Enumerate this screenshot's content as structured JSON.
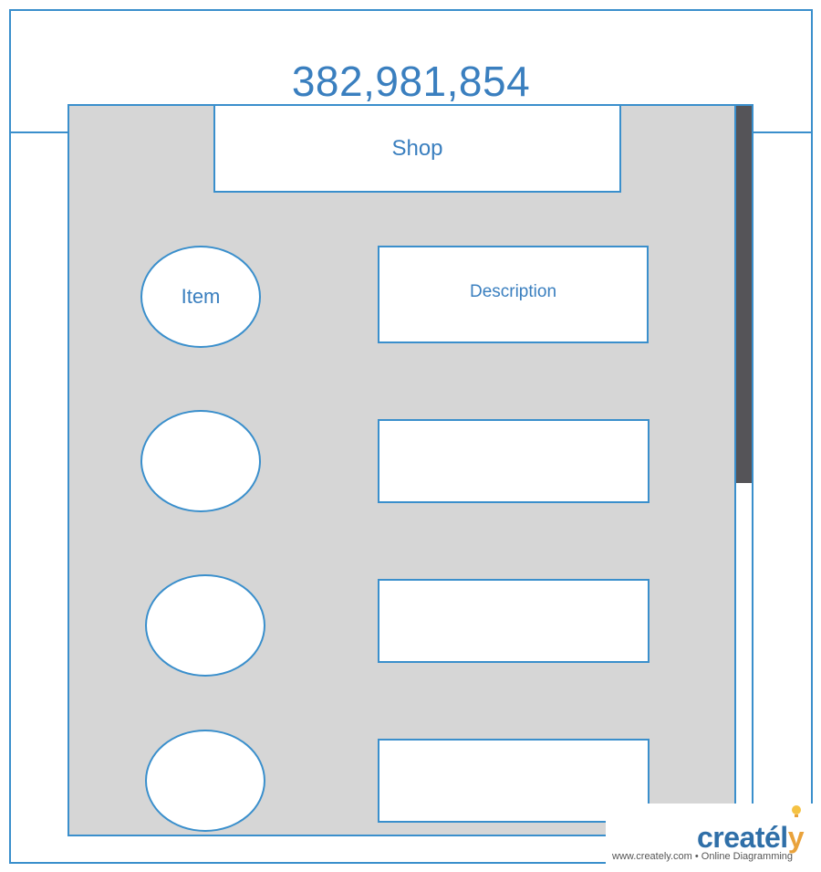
{
  "header": {
    "counter": "382,981,854"
  },
  "shop": {
    "title": "Shop",
    "rows": [
      {
        "item_label": "Item",
        "description": "Description"
      },
      {
        "item_label": "",
        "description": ""
      },
      {
        "item_label": "",
        "description": ""
      },
      {
        "item_label": "",
        "description": ""
      }
    ]
  },
  "watermark": {
    "logo_main": "creatél",
    "logo_y": "y",
    "tagline": "www.creately.com • Online Diagramming"
  },
  "colors": {
    "stroke": "#3a8fcc",
    "text": "#3a7fbf",
    "panel": "#d6d6d6",
    "scroll_thumb": "#555458",
    "logo_blue": "#2f6fa8",
    "logo_orange": "#e9a23b"
  }
}
